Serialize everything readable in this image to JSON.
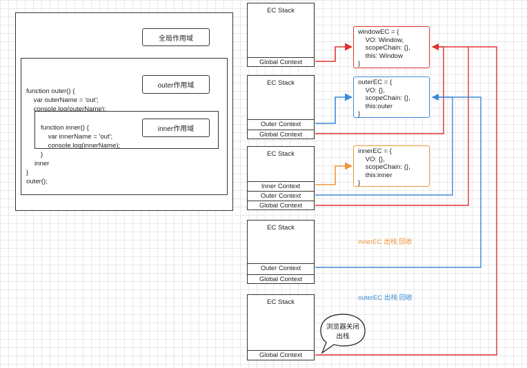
{
  "scope": {
    "global_label": "全局作用域",
    "outer_label": "outer作用域",
    "inner_label": "inner作用域"
  },
  "code": {
    "outer_lines": [
      "function outer() {",
      "    var outerName = 'out';",
      "    console.log(outerName);"
    ],
    "inner_lines": [
      "function inner() {",
      "    var innerName = 'out';",
      "    console.log(innerName);",
      "}"
    ],
    "tail_lines": [
      "inner",
      "}",
      "outer();"
    ]
  },
  "stacks": [
    {
      "title": "EC Stack",
      "contexts": [
        "Global Context"
      ]
    },
    {
      "title": "EC Stack",
      "contexts": [
        "Outer Context",
        "Global Context"
      ]
    },
    {
      "title": "EC Stack",
      "contexts": [
        "Inner Context",
        "Outer Context",
        "Global Context"
      ]
    },
    {
      "title": "EC Stack",
      "contexts": [
        "Outer Context",
        "Global Context"
      ]
    },
    {
      "title": "EC Stack",
      "contexts": [
        "Global Context"
      ]
    }
  ],
  "ecs": [
    {
      "lines": [
        "windowEC = {",
        "    VO: Window,",
        "    scopeChain: {},",
        "    this: Window",
        "}"
      ],
      "color": "#e03030"
    },
    {
      "lines": [
        "outerEC = {",
        "    VO: {},",
        "    scopeChain: {},",
        "    this:outer",
        "}"
      ],
      "color": "#3a8ad8"
    },
    {
      "lines": [
        "innerEC = {",
        "    VO: {},",
        "    scopeChain: {},",
        "    this:inner",
        "}"
      ],
      "color": "#f0963a"
    }
  ],
  "notes": {
    "inner_pop": "innerEC 出栈 回收",
    "outer_pop": "outerEC 出栈 回收",
    "bubble_line1": "浏览器关闭",
    "bubble_line2": "出栈"
  },
  "colors": {
    "red": "#e03030",
    "blue": "#3a8ad8",
    "orange": "#f0963a",
    "inner_note": "#f0963a",
    "outer_note": "#3a8ad8"
  }
}
